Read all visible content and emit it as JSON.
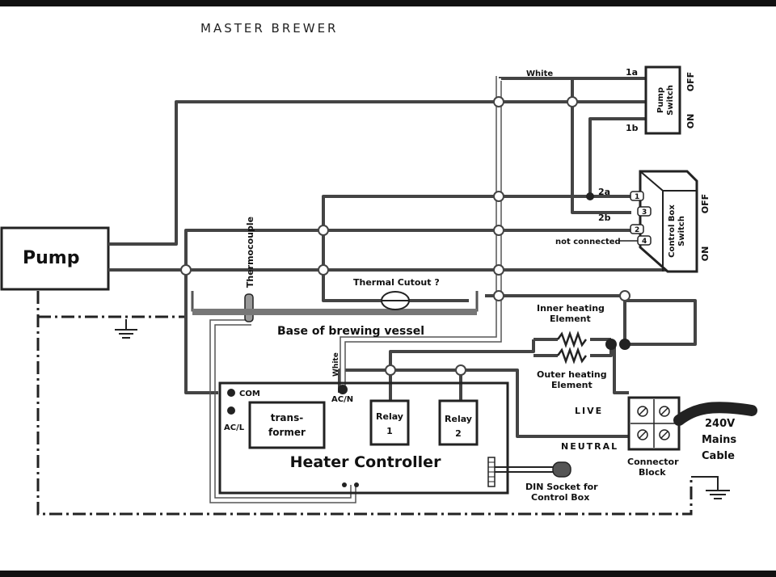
{
  "title": "MASTER BREWER",
  "labels": {
    "pump": "Pump",
    "thermocouple": "Thermocouple",
    "white_top": "White",
    "white_mid": "White",
    "pump_switch_line1": "Pump",
    "pump_switch_line2": "Switch",
    "off_top": "OFF",
    "on_top": "ON",
    "pos_1a": "1a",
    "pos_1b": "1b",
    "pos_2a": "2a",
    "pos_2b": "2b",
    "not_connected": "not connected",
    "cb_switch_line1": "Control Box",
    "cb_switch_line2": "Switch",
    "off_cb": "OFF",
    "on_cb": "ON",
    "term_1": "1",
    "term_2": "2",
    "term_3": "3",
    "term_4": "4",
    "thermal_cutout": "Thermal Cutout ?",
    "base_vessel": "Base of brewing vessel",
    "inner_heating_1": "Inner heating",
    "inner_heating_2": "Element",
    "outer_heating_1": "Outer heating",
    "outer_heating_2": "Element",
    "com": "COM",
    "ac_l": "AC/L",
    "ac_n": "AC/N",
    "transformer_1": "trans-",
    "transformer_2": "former",
    "relay1_1": "Relay",
    "relay1_2": "1",
    "relay2_1": "Relay",
    "relay2_2": "2",
    "heater_controller": "Heater Controller",
    "din_1": "DIN Socket for",
    "din_2": "Control Box",
    "live": "LIVE",
    "neutral": "NEUTRAL",
    "connector_1": "Connector",
    "connector_2": "Block",
    "mains_1": "240V",
    "mains_2": "Mains",
    "mains_3": "Cable"
  }
}
